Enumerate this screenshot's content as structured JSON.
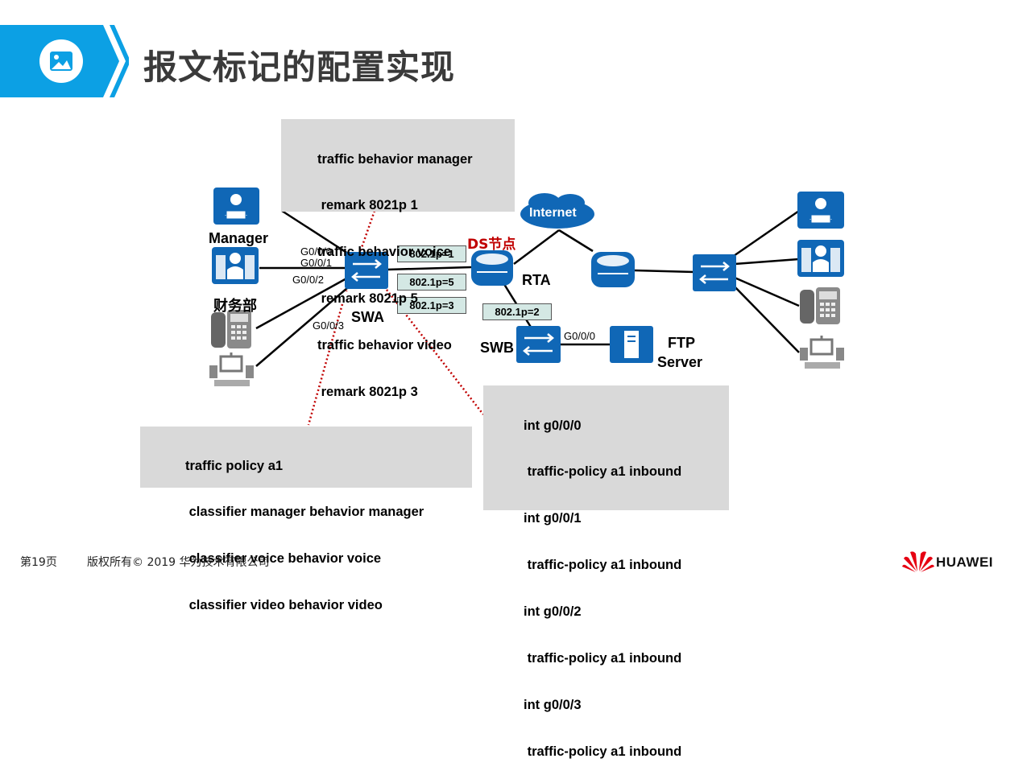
{
  "header": {
    "title": "报文标记的配置实现",
    "icon": "image-icon",
    "accent_color": "#0ca0e4"
  },
  "boxes": {
    "behavior": [
      "traffic behavior manager",
      " remark 8021p 1",
      "traffic behavior voice",
      " remark 8021p 5",
      "traffic behavior video",
      " remark 8021p 3"
    ],
    "policy": [
      "traffic policy a1",
      " classifier manager behavior manager",
      " classifier voice behavior voice",
      " classifier video behavior video"
    ],
    "interfaces": [
      "int g0/0/0",
      " traffic-policy a1 inbound",
      "int g0/0/1",
      " traffic-policy a1 inbound",
      "int g0/0/2",
      " traffic-policy a1 inbound",
      "int g0/0/3",
      " traffic-policy a1 inbound"
    ]
  },
  "tags": {
    "p1": "802.1p=1",
    "p5": "802.1p=5",
    "p3": "802.1p=3",
    "p2": "802.1p=2"
  },
  "labels": {
    "manager": "Manager",
    "finance": "财务部",
    "swa": "SWA",
    "swb": "SWB",
    "rta": "RTA",
    "ds_node": "DS节点",
    "internet": "Internet",
    "ftp_line1": "FTP",
    "ftp_line2": "Server",
    "g000": "G0/0/0",
    "g001": "G0/0/1",
    "g002": "G0/0/2",
    "g003": "G0/0/3",
    "swb_g000": "G0/0/0"
  },
  "colors": {
    "device_blue": "#1067b6",
    "ds_red": "#c00000",
    "dotted_red": "#c00000",
    "tag_bg": "#d4e8e4",
    "box_bg": "#d9d9d9"
  },
  "footer": {
    "page": "第19页",
    "copyright": "版权所有© 2019 华为技术有限公司",
    "brand": "HUAWEI"
  }
}
